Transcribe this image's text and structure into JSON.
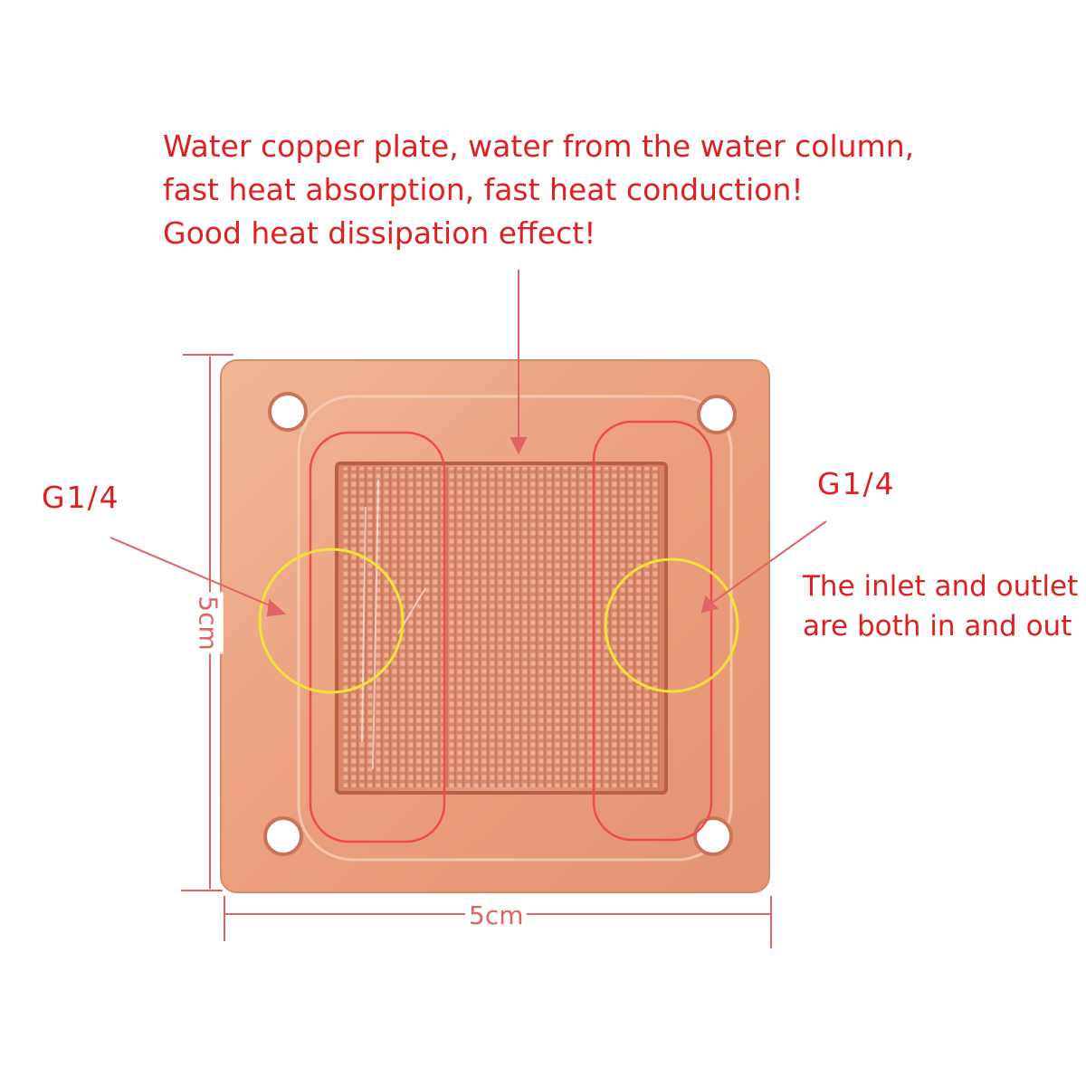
{
  "headline": {
    "line1": "Water copper plate, water from the water column,",
    "line2": "fast heat absorption, fast heat conduction!",
    "line3": "Good heat dissipation effect!"
  },
  "ports": {
    "left_label": "G1/4",
    "right_label": "G1/4"
  },
  "note": {
    "line1": "The inlet and outlet",
    "line2": "are both in and out"
  },
  "dimensions": {
    "width_label": "5cm",
    "height_label": "5cm"
  },
  "colors": {
    "annotation_red": "#e02020",
    "dimension_red": "#e06464",
    "port_circle_yellow": "#f2e23a",
    "copper": "#eca37e",
    "copper_dark": "#c9694a"
  }
}
